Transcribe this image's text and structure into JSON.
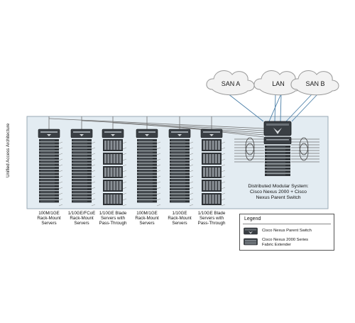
{
  "clouds": [
    {
      "label": "SAN A"
    },
    {
      "label": "LAN"
    },
    {
      "label": "SAN B"
    }
  ],
  "side_label": "Unified Access Architecture",
  "columns": [
    {
      "label": "100M/1GE\nRack-Mount\nServers",
      "kind": "rack"
    },
    {
      "label": "1/10GE/FCoE\nRack-Mount\nServers",
      "kind": "rack"
    },
    {
      "label": "1/10GE Blade\nServers with\nPass-Through",
      "kind": "blade"
    },
    {
      "label": "100M/1GE\nRack-Mount\nServers",
      "kind": "rack"
    },
    {
      "label": "1/10GE\nRack-Mount\nServers",
      "kind": "rack"
    },
    {
      "label": "1/10GE Blade\nServers with\nPass-Through",
      "kind": "blade"
    }
  ],
  "distributed_system": {
    "label": "Distributed Modular System:\nCisco Nexus 2000 + Cisco\nNexus Parent Switch"
  },
  "legend": {
    "title": "Legend",
    "items": [
      {
        "label": "Cisco Nexus Parent Switch",
        "icon": "parent-switch-icon"
      },
      {
        "label": "Cisco Nexus 2000 Series\nFabric Extender",
        "icon": "fabric-extender-icon"
      }
    ]
  },
  "colors": {
    "panel": "#e3ecf2",
    "panel_border": "#9aaab6",
    "cloud_fill": "#f2f2f2",
    "cloud_stroke": "#9a9a9a",
    "uplink": "#4b7fa8",
    "cable": "#707070",
    "rack_body": "#2e3236",
    "rack_unit": "#50565c",
    "switch_body": "#3a3f44"
  }
}
